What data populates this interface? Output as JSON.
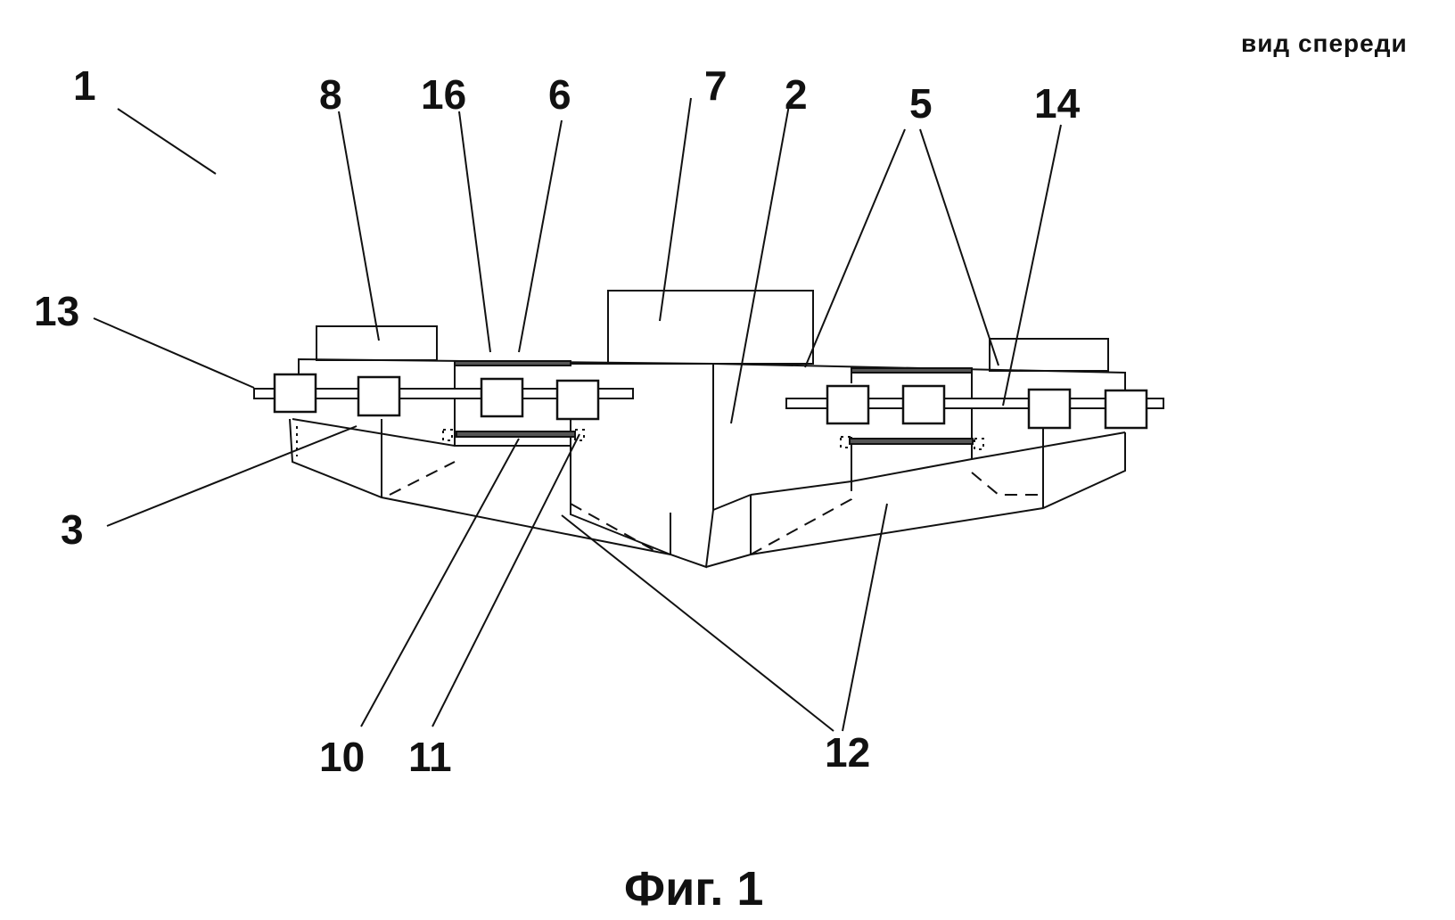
{
  "view_label": "вид спереди",
  "caption": "Фиг. 1",
  "callouts": {
    "c1": "1",
    "c8": "8",
    "c16": "16",
    "c6": "6",
    "c7": "7",
    "c2": "2",
    "c5": "5",
    "c14": "14",
    "c13": "13",
    "c3": "3",
    "c10": "10",
    "c11": "11",
    "c12": "12"
  }
}
